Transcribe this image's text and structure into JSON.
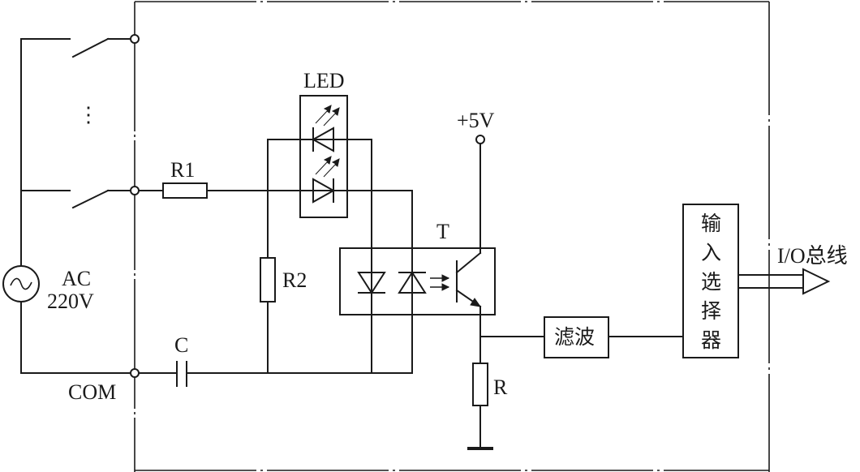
{
  "labels": {
    "led": "LED",
    "vcc": "+5V",
    "r1": "R1",
    "r2": "R2",
    "c": "C",
    "t": "T",
    "r": "R",
    "ac_line1": "AC",
    "ac_line2": "220V",
    "com": "COM",
    "filter": "滤波",
    "selector_chars": [
      "输",
      "入",
      "选",
      "择",
      "器"
    ],
    "io_bus": "I/O总线",
    "ellipsis": "⋮"
  }
}
